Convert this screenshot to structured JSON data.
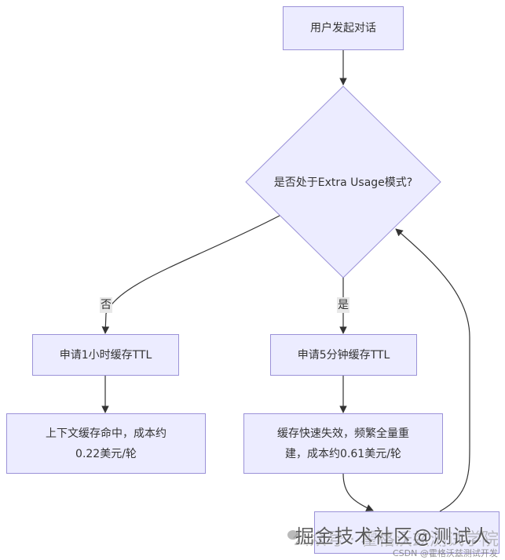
{
  "diagram": {
    "type": "flowchart",
    "colors": {
      "node_fill": "#ECECFF",
      "node_stroke": "#9B92D8",
      "edge": "#333333",
      "edge_label_bg": "#E8E8E8"
    },
    "nodes": {
      "start": "用户发起对话",
      "decision": "是否处于Extra Usage模式?",
      "ttl_1h": "申请1小时缓存TTL",
      "ttl_5m": "申请5分钟缓存TTL",
      "result_hit_line1": "上下文缓存命中，成本约",
      "result_hit_line2": "0.22美元/轮",
      "result_miss_line1": "缓存快速失效，频繁全量重",
      "result_miss_line2": "建，成本约0.61美元/轮",
      "bottom": ""
    },
    "edge_labels": {
      "no": "否",
      "yes": "是"
    }
  },
  "watermarks": {
    "main": "掘金技术社区@测试人",
    "sub": "公众号 · 霍格沃兹测试学院",
    "csdn": "CSDN @霍格沃兹测试开发"
  }
}
